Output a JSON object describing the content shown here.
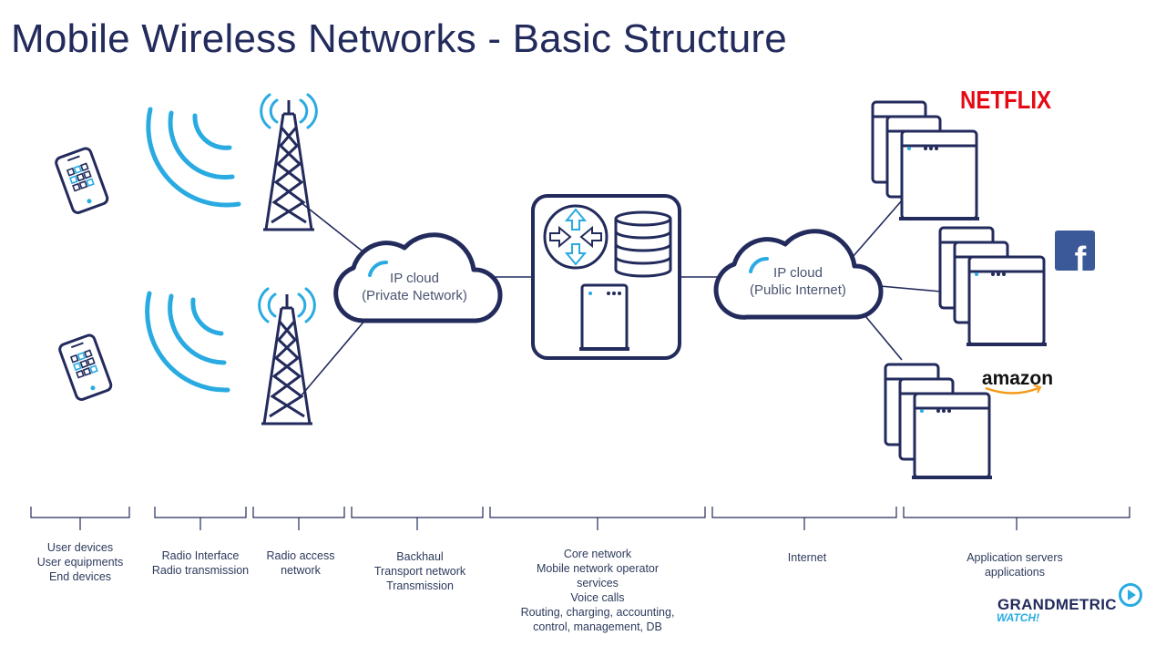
{
  "title": "Mobile Wireless Networks - Basic Structure",
  "clouds": {
    "private": {
      "line1": "IP cloud",
      "line2": "(Private Network)"
    },
    "public": {
      "line1": "IP cloud",
      "line2": "(Public Internet)"
    }
  },
  "brands": {
    "netflix": "NETFLIX",
    "facebook": "f",
    "amazon": "amazon"
  },
  "sections": [
    {
      "lines": [
        "User devices",
        "User equipments",
        "End devices"
      ]
    },
    {
      "lines": [
        "Radio Interface",
        "Radio transmission"
      ]
    },
    {
      "lines": [
        "Radio access",
        "network"
      ]
    },
    {
      "lines": [
        "Backhaul",
        "Transport network",
        "Transmission"
      ]
    },
    {
      "lines": [
        "Core network",
        "Mobile network operator",
        "services",
        "Voice calls",
        "Routing, charging, accounting,",
        "control, management, DB"
      ]
    },
    {
      "lines": [
        "Internet"
      ]
    },
    {
      "lines": [
        "Application servers",
        "applications"
      ]
    }
  ],
  "logo": {
    "name": "GRANDMETRIC",
    "tagline": "WATCH!"
  },
  "colors": {
    "navy": "#232b5c",
    "accent": "#29abe2",
    "netflix": "#e50914",
    "facebook": "#3b5998"
  }
}
